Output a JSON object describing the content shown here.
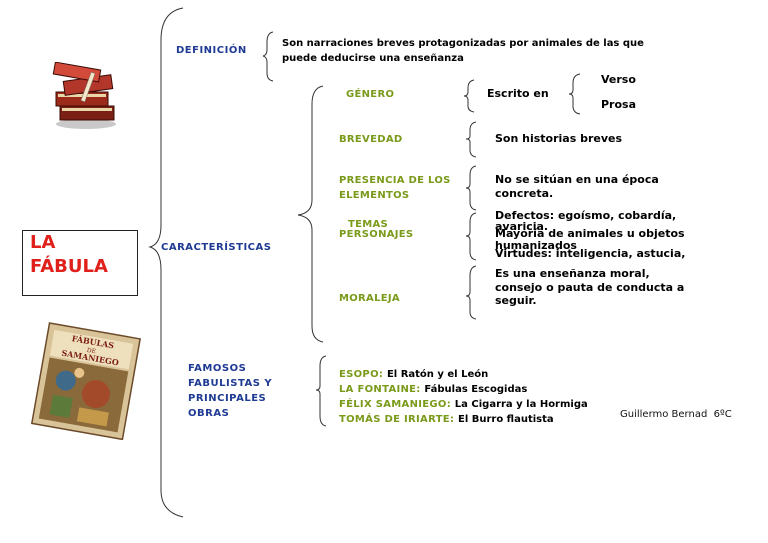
{
  "title": [
    "LA",
    "FÁBULA"
  ],
  "definicion": {
    "label": "DEFINICIÓN",
    "text_line1": "Son narraciones breves protagonizadas por animales de las que",
    "text_line2": "puede deducirse una enseñanza"
  },
  "caracteristicas": {
    "label": "CARACTERÍSTICAS",
    "genero": {
      "label": "GÉNERO",
      "escrito": "Escrito en",
      "opts": [
        "Verso",
        "Prosa"
      ]
    },
    "brevedad": {
      "label": "BREVEDAD",
      "text": "Son historias breves"
    },
    "presencia": {
      "label1": "PRESENCIA DE LOS",
      "label2": "ELEMENTOS",
      "text1": "No se sitúan en una época",
      "text2": "concreta."
    },
    "temas": {
      "label1": "TEMAS",
      "label2": "PERSONAJES",
      "text_a1": "Defectos: egoísmo, cobardía,",
      "text_a2": "avaricia.",
      "text_b1": "Mayoría de animales u objetos",
      "text_b2": "humanizados",
      "text_c": "Virtudes: inteligencia, astucia,"
    },
    "moraleja": {
      "label": "MORALEJA",
      "text1": "Es una enseñanza moral,",
      "text2": "consejo o pauta de conducta a",
      "text3": "seguir."
    }
  },
  "famosos": {
    "label": [
      "FAMOSOS",
      "FABULISTAS Y",
      "PRINCIPALES",
      "OBRAS"
    ],
    "items": [
      {
        "author": "ESOPO: ",
        "work": "El Ratón y el León"
      },
      {
        "author": "LA FONTAINE: ",
        "work": "Fábulas Escogidas"
      },
      {
        "author": "FÉLIX SAMANIEGO: ",
        "work": "La Cigarra y la Hormiga"
      },
      {
        "author": "TOMÁS DE IRIARTE: ",
        "work": "El Burro flautista"
      }
    ]
  },
  "signature": "Guillermo Bernad  6ºC",
  "book_cover_text": [
    "FÁBULAS",
    "DE",
    "SAMANIEGO"
  ],
  "colors": {
    "title": "#e0201b",
    "blue": "#1f3a93",
    "olive": "#7a9a1a"
  },
  "icons": [
    "books-stack-icon",
    "fabulas-samaniego-book-image"
  ]
}
